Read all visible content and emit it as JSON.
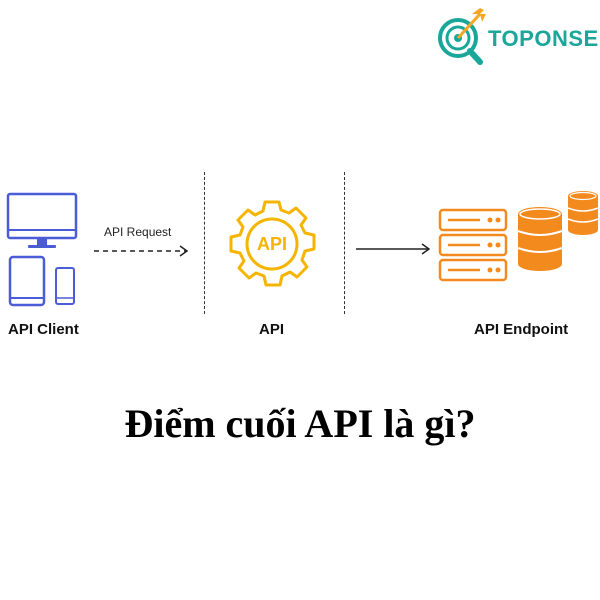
{
  "brand": {
    "name": "TOPONSEEK",
    "color": "#1aa79a",
    "icon": "target-magnifier-icon"
  },
  "diagram": {
    "request_label": "API Request",
    "client_label": "API Client",
    "api_label": "API",
    "api_gear_text": "API",
    "endpoint_label": "API Endpoint",
    "client_color": "#4a5cd6",
    "api_color": "#f5b400",
    "endpoint_color": "#f28a1e"
  },
  "headline": "Điểm cuối API là gì?"
}
